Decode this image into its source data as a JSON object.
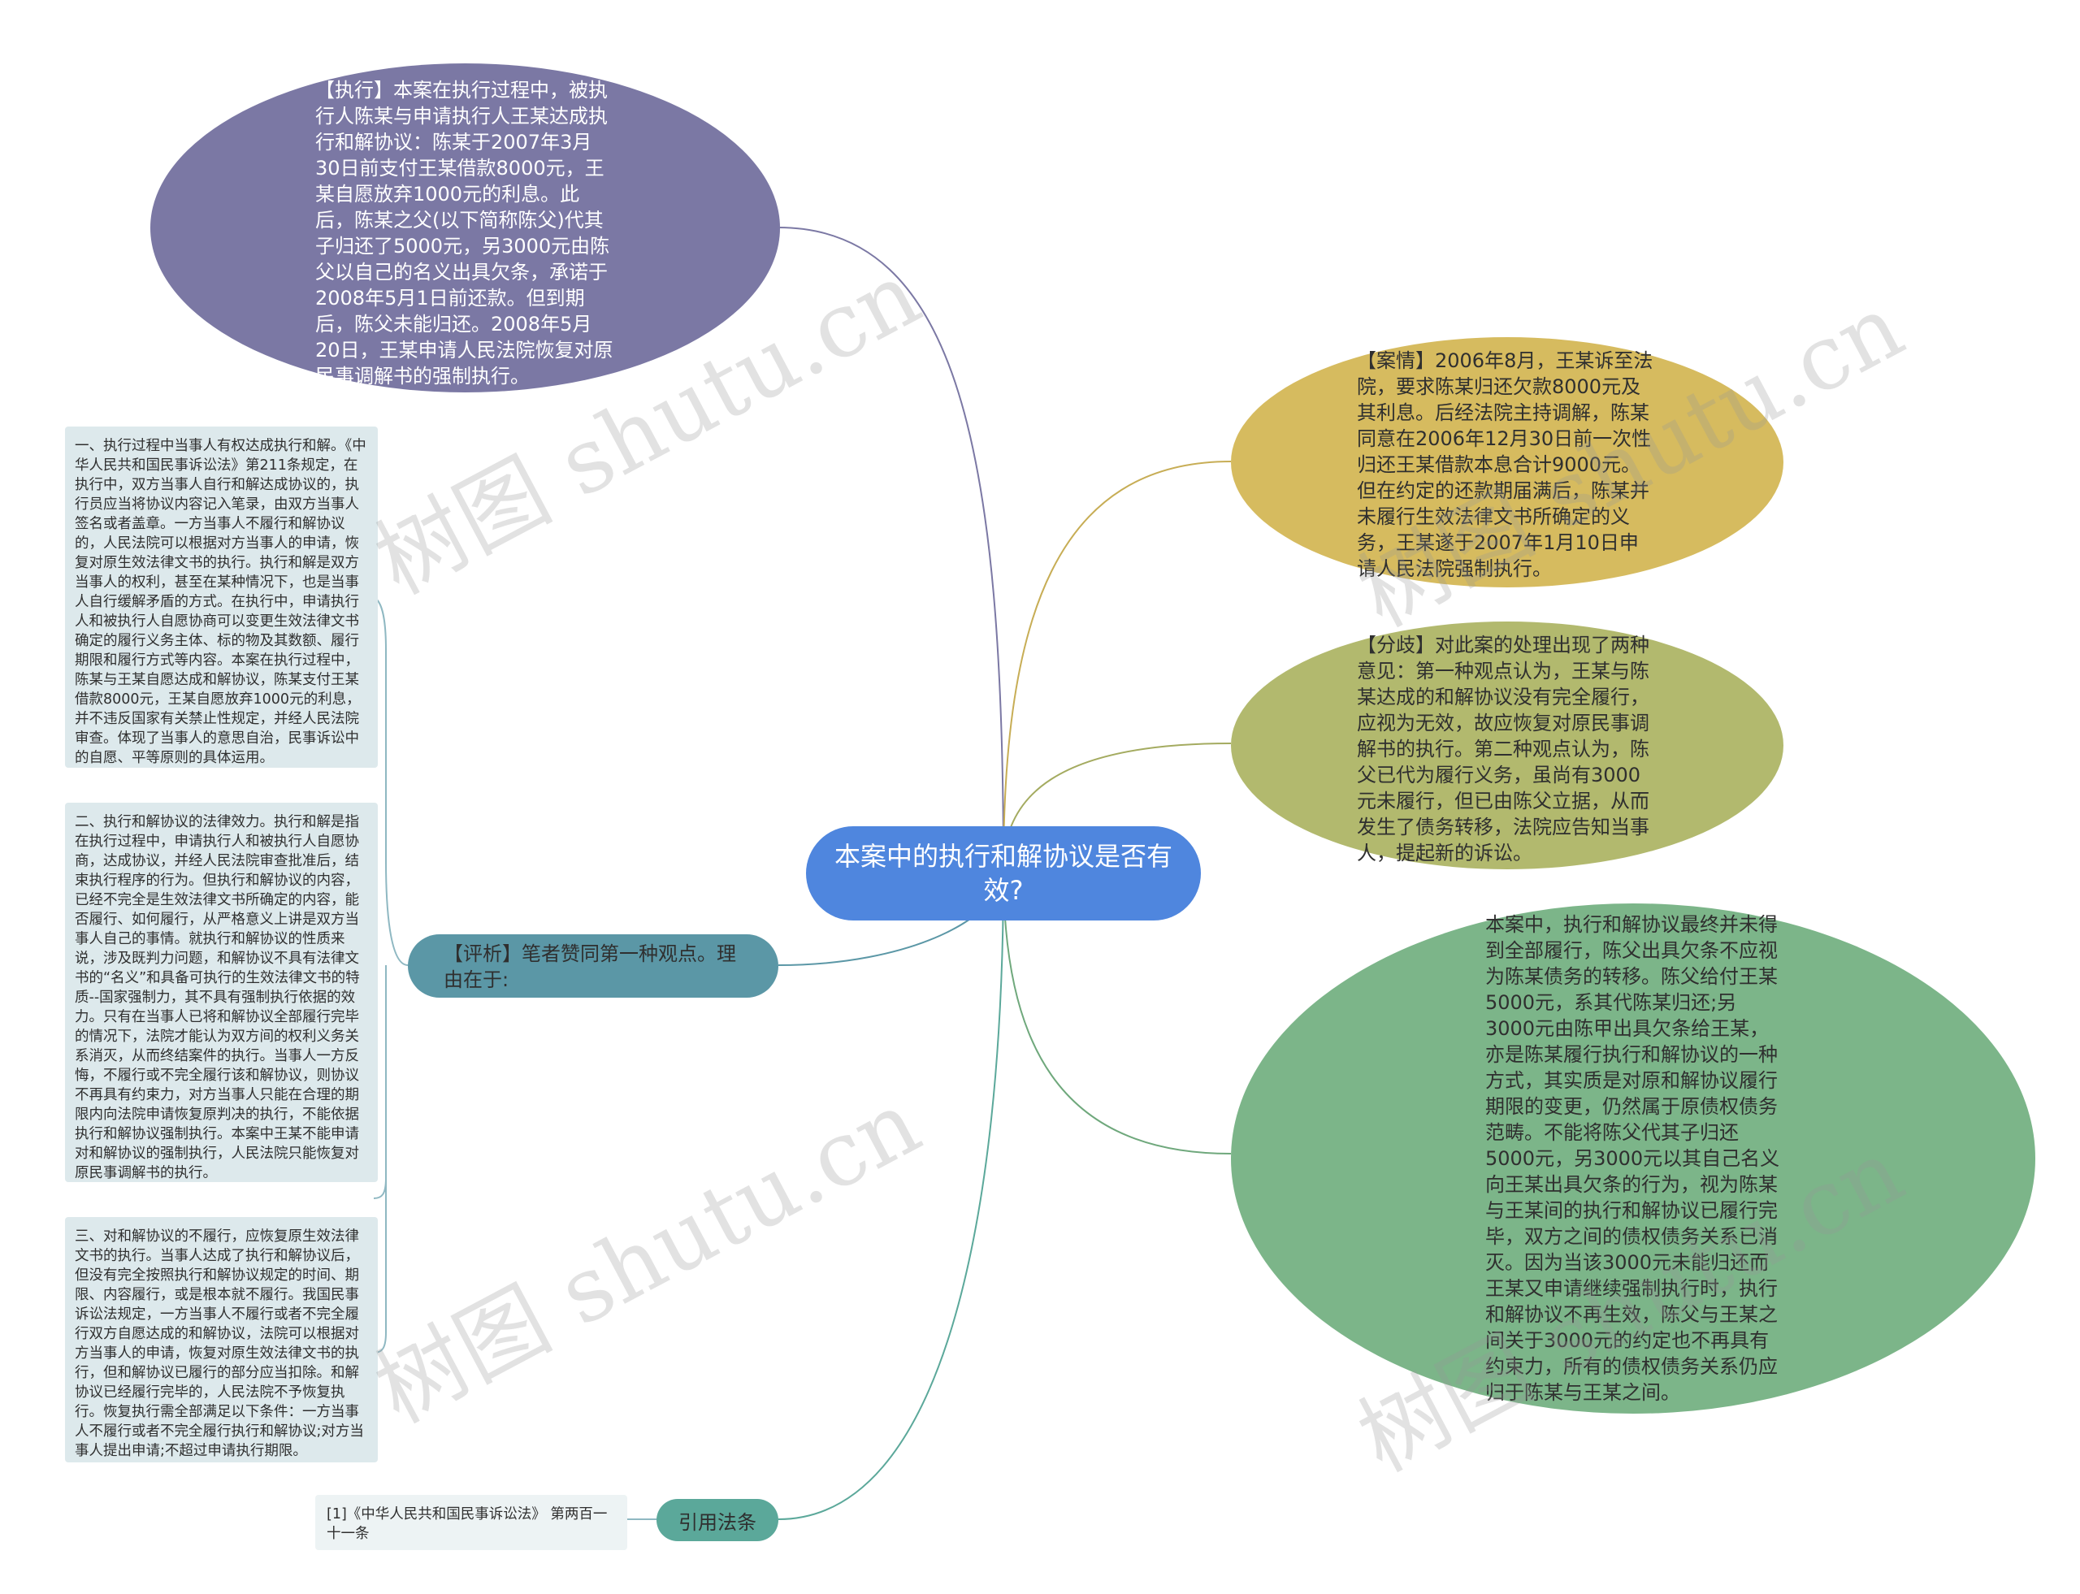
{
  "center": {
    "label": "本案中的执行和解协议是否有效?"
  },
  "nodes": {
    "execution": {
      "text": "【执行】本案在执行过程中，被执行人陈某与申请执行人王某达成执行和解协议：陈某于2007年3月30日前支付王某借款8000元，王某自愿放弃1000元的利息。此后，陈某之父(以下简称陈父)代其子归还了5000元，另3000元由陈父以自己的名义出具欠条，承诺于2008年5月1日前还款。但到期后，陈父未能归还。2008年5月20日，王某申请人民法院恢复对原民事调解书的强制执行。",
      "color": "#7b78a4"
    },
    "case": {
      "text": "【案情】2006年8月，王某诉至法院，要求陈某归还欠款8000元及其利息。后经法院主持调解，陈某同意在2006年12月30日前一次性归还王某借款本息合计9000元。但在约定的还款期届满后，陈某并未履行生效法律文书所确定的义务，王某遂于2007年1月10日申请人民法院强制执行。",
      "color": "#d6bb5f"
    },
    "dispute": {
      "text": "【分歧】对此案的处理出现了两种意见：第一种观点认为，王某与陈某达成的和解协议没有完全履行，应视为无效，故应恢复对原民事调解书的执行。第二种观点认为，陈父已代为履行义务，虽尚有3000元未履行，但已由陈父立据，从而发生了债务转移，法院应告知当事人，提起新的诉讼。",
      "color": "#b2b96e"
    },
    "analysis": {
      "text": "本案中，执行和解协议最终并未得到全部履行，陈父出具欠条不应视为陈某债务的转移。陈父给付王某5000元，系其代陈某归还;另3000元由陈甲出具欠条给王某，亦是陈某履行执行和解协议的一种方式，其实质是对原和解协议履行期限的变更，仍然属于原债权债务范畴。不能将陈父代其子归还5000元，另3000元以其自己名义向王某出具欠条的行为，视为陈某与王某间的执行和解协议已履行完毕，双方之间的债权债务关系已消灭。因为当该3000元未能归还而王某又申请继续强制执行时，执行和解协议不再生效，陈父与王某之间关于3000元的约定也不再具有约束力，所有的债权债务关系仍应归于陈某与王某之间。",
      "color": "#7cb589"
    },
    "comment": {
      "text": "【评析】笔者赞同第一种观点。理由在于:",
      "color": "#5b97a6"
    },
    "law": {
      "text": "引用法条",
      "color": "#5ba89a"
    }
  },
  "comment_points": [
    "一、执行过程中当事人有权达成执行和解。《中华人民共和国民事诉讼法》第211条规定，在执行中，双方当事人自行和解达成协议的，执行员应当将协议内容记入笔录，由双方当事人签名或者盖章。一方当事人不履行和解协议的，人民法院可以根据对方当事人的申请，恢复对原生效法律文书的执行。执行和解是双方当事人的权利，甚至在某种情况下，也是当事人自行缓解矛盾的方式。在执行中，申请执行人和被执行人自愿协商可以变更生效法律文书确定的履行义务主体、标的物及其数额、履行期限和履行方式等内容。本案在执行过程中，陈某与王某自愿达成和解协议，陈某支付王某借款8000元，王某自愿放弃1000元的利息，并不违反国家有关禁止性规定，并经人民法院审查。体现了当事人的意思自治，民事诉讼中的自愿、平等原则的具体运用。",
    "二、执行和解协议的法律效力。执行和解是指在执行过程中，申请执行人和被执行人自愿协商，达成协议，并经人民法院审查批准后，结束执行程序的行为。但执行和解协议的内容，已经不完全是生效法律文书所确定的内容，能否履行、如何履行，从严格意义上讲是双方当事人自己的事情。就执行和解协议的性质来说，涉及既判力问题，和解协议不具有法律文书的“名义”和具备可执行的生效法律文书的特质--国家强制力，其不具有强制执行依据的效力。只有在当事人已将和解协议全部履行完毕的情况下，法院才能认为双方间的权利义务关系消灭，从而终结案件的执行。当事人一方反悔，不履行或不完全履行该和解协议，则协议不再具有约束力，对方当事人只能在合理的期限内向法院申请恢复原判决的执行，不能依据执行和解协议强制执行。本案中王某不能申请对和解协议的强制执行，人民法院只能恢复对原民事调解书的执行。",
    "三、对和解协议的不履行，应恢复原生效法律文书的执行。当事人达成了执行和解协议后，但没有完全按照执行和解协议规定的时间、期限、内容履行，或是根本就不履行。我国民事诉讼法规定，一方当事人不履行或者不完全履行双方自愿达成的和解协议，法院可以根据对方当事人的申请，恢复对原生效法律文书的执行，但和解协议已履行的部分应当扣除。和解协议已经履行完毕的，人民法院不予恢复执行。恢复执行需全部满足以下条件：一方当事人不履行或者不完全履行执行和解协议;对方当事人提出申请;不超过申请执行期限。"
  ],
  "law_ref": "[1]《中华人民共和国民事诉讼法》 第两百一十一条",
  "watermark": "树图 shutu.cn"
}
